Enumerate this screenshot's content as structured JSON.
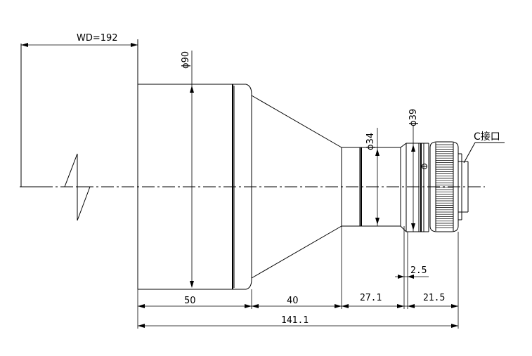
{
  "dimensions": {
    "working_distance": "WD=192",
    "front_diameter": "ϕ90",
    "mid_diameter": "ϕ34",
    "rear_diameter": "ϕ39",
    "mount": "C接口",
    "flange_offset": "2.5",
    "front_length": "50",
    "cone_length": "40",
    "barrel_length": "27.1",
    "mount_length": "21.5",
    "total_length": "141.1"
  }
}
